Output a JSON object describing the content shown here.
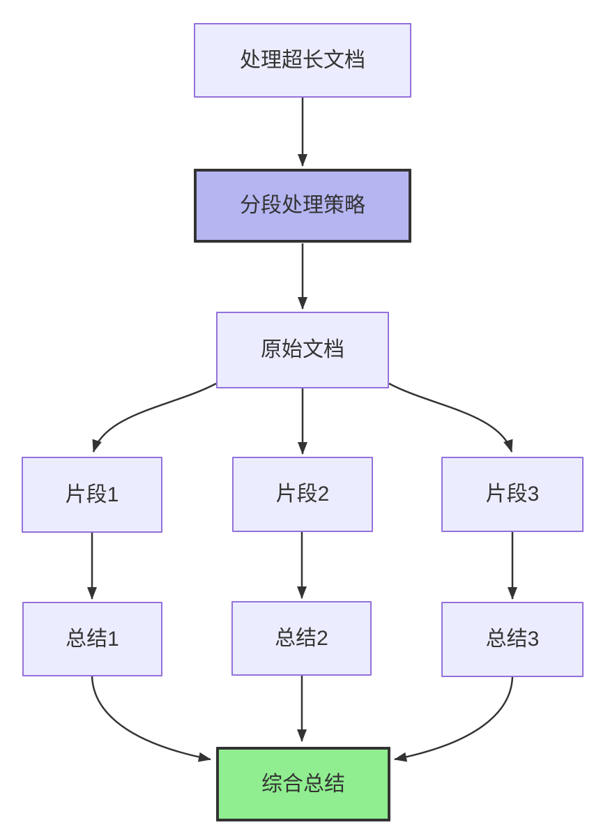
{
  "diagram": {
    "type": "flowchart",
    "direction": "top-down",
    "nodes": [
      {
        "id": "A",
        "label": "处理超长文档",
        "style": "default"
      },
      {
        "id": "B",
        "label": "分段处理策略",
        "style": "highlight-purple"
      },
      {
        "id": "C",
        "label": "原始文档",
        "style": "default"
      },
      {
        "id": "D1",
        "label": "片段1",
        "style": "default"
      },
      {
        "id": "D2",
        "label": "片段2",
        "style": "default"
      },
      {
        "id": "D3",
        "label": "片段3",
        "style": "default"
      },
      {
        "id": "E1",
        "label": "总结1",
        "style": "default"
      },
      {
        "id": "E2",
        "label": "总结2",
        "style": "default"
      },
      {
        "id": "E3",
        "label": "总结3",
        "style": "default"
      },
      {
        "id": "F",
        "label": "综合总结",
        "style": "highlight-green"
      }
    ],
    "edges": [
      {
        "from": "A",
        "to": "B"
      },
      {
        "from": "B",
        "to": "C"
      },
      {
        "from": "C",
        "to": "D1"
      },
      {
        "from": "C",
        "to": "D2"
      },
      {
        "from": "C",
        "to": "D3"
      },
      {
        "from": "D1",
        "to": "E1"
      },
      {
        "from": "D2",
        "to": "E2"
      },
      {
        "from": "D3",
        "to": "E3"
      },
      {
        "from": "E1",
        "to": "F"
      },
      {
        "from": "E2",
        "to": "F"
      },
      {
        "from": "E3",
        "to": "F"
      }
    ],
    "colors": {
      "node_fill": "#ECECFF",
      "node_border": "#9370DB",
      "highlight_fill": "#B5B5F2",
      "highlight_border": "#333333",
      "result_fill": "#90EE90",
      "result_border": "#333333",
      "edge": "#333333",
      "text": "#333333",
      "background": "#FFFFFF"
    }
  }
}
